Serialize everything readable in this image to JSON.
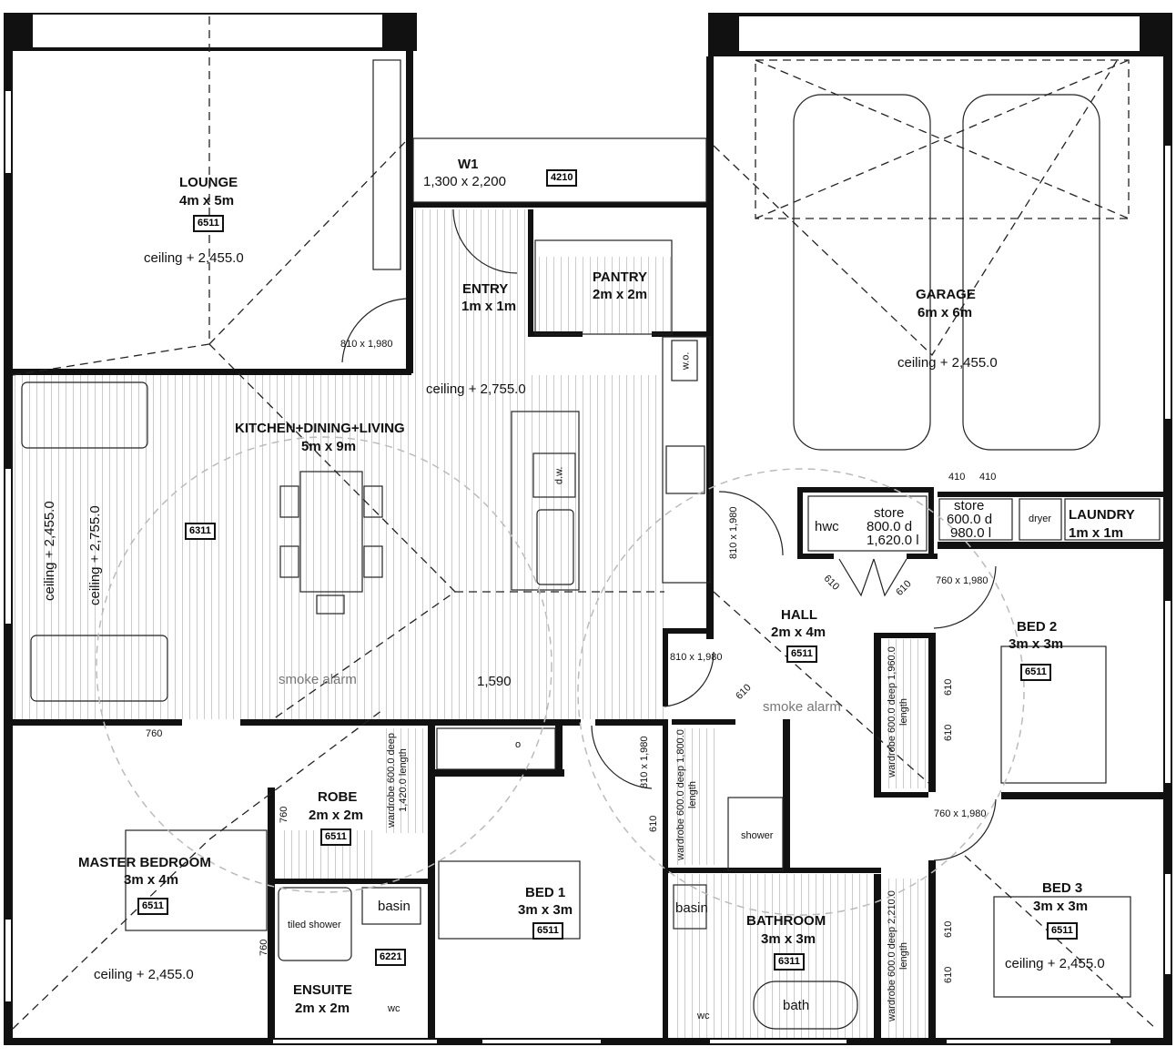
{
  "rooms": {
    "lounge": {
      "name": "LOUNGE",
      "size": "4m x 5m",
      "code": "6511",
      "ceiling": "ceiling + 2,455.0"
    },
    "w1": {
      "name": "W1",
      "size": "1,300 x 2,200",
      "code": "4210"
    },
    "entry": {
      "name": "ENTRY",
      "size": "1m x 1m"
    },
    "pantry": {
      "name": "PANTRY",
      "size": "2m x 2m"
    },
    "garage": {
      "name": "GARAGE",
      "size": "6m x 6m",
      "ceiling": "ceiling + 2,455.0"
    },
    "kitchen": {
      "name": "KITCHEN+DINING+LIVING",
      "size": "5m x 9m",
      "code": "6311",
      "ceiling": "ceiling + 2,755.0",
      "ceiling_left1": "ceiling + 2,455.0",
      "ceiling_left2": "ceiling + 2,755.0"
    },
    "laundry": {
      "name": "LAUNDRY",
      "size": "1m x 1m"
    },
    "hall": {
      "name": "HALL",
      "size": "2m x 4m",
      "code": "6511"
    },
    "bed2": {
      "name": "BED 2",
      "size": "3m x 3m",
      "code": "6511"
    },
    "robe": {
      "name": "ROBE",
      "size": "2m x 2m",
      "code": "6511"
    },
    "master": {
      "name": "MASTER BEDROOM",
      "size": "3m x 4m",
      "code": "6511",
      "ceiling": "ceiling + 2,455.0"
    },
    "ensuite": {
      "name": "ENSUITE",
      "size": "2m x 2m",
      "code": "6221"
    },
    "bed1": {
      "name": "BED 1",
      "size": "3m x 3m",
      "code": "6511"
    },
    "bathroom": {
      "name": "BATHROOM",
      "size": "3m x 3m",
      "code": "6311"
    },
    "bed3": {
      "name": "BED 3",
      "size": "3m x 3m",
      "code": "6511",
      "ceiling": "ceiling + 2,455.0"
    }
  },
  "fixtures": {
    "hwc": "hwc",
    "store1": {
      "name": "store",
      "d": "800.0 d",
      "l": "1,620.0 l"
    },
    "store2": {
      "name": "store",
      "d": "600.0 d",
      "l": "980.0 l"
    },
    "dryer": "dryer",
    "dw": "d.w.",
    "wo": "w.o.",
    "basin1": "basin",
    "basin2": "basin",
    "wc1": "wc",
    "wc2": "wc",
    "bath": "bath",
    "shower1": "tiled shower",
    "shower2": "shower",
    "smoke1": "smoke alarm",
    "smoke2": "smoke alarm",
    "oven": "o",
    "wardrobe1": "wardrobe 600.0 deep 1,420.0 length",
    "wardrobe2": "wardrobe 600.0 deep 1,800.0 length",
    "wardrobe3": "wardrobe 600.0 deep 1,960.0 length",
    "wardrobe4": "wardrobe 600.0 deep 2,210.0 length"
  },
  "dims": {
    "d810a": "810 x 1,980",
    "d810b": "810 x 1,980",
    "d810c": "810 x 1,980",
    "d810d": "810 x 1,980",
    "d760a": "760 x 1,980",
    "d760b": "760 x 1,980",
    "d1590": "1,590",
    "d760": "760",
    "d760v1": "760",
    "d760v2": "760",
    "d610a": "610",
    "d610b": "610",
    "d610c": "610",
    "d610d": "610",
    "d610e": "610",
    "d610f": "610",
    "d610g": "610",
    "d610h": "610",
    "d410a": "410",
    "d410b": "410"
  },
  "colors": {
    "wall": "#111111",
    "line": "#222222",
    "hatch": "#999999"
  }
}
